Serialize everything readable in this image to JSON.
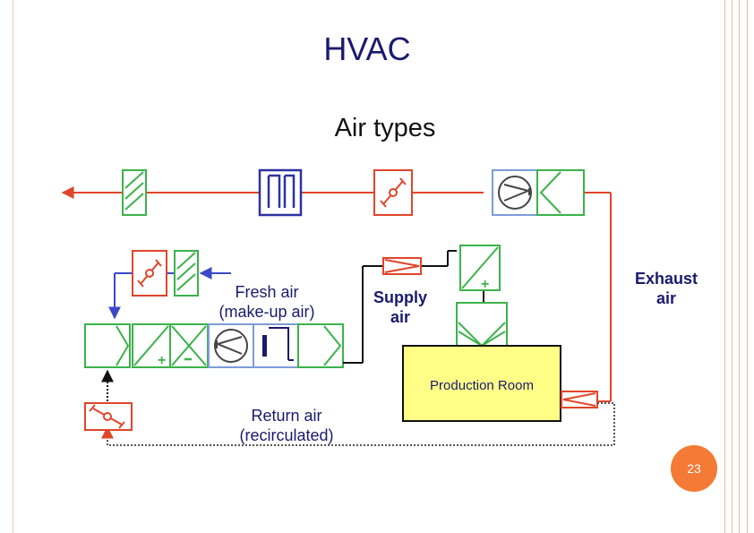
{
  "slide": {
    "title": "HVAC",
    "subtitle": "Air types",
    "page_number": "23"
  },
  "labels": {
    "fresh_air": [
      "Fresh air",
      "(make-up air)"
    ],
    "supply_air": [
      "Supply",
      "air"
    ],
    "exhaust_air": [
      "Exhaust",
      "air"
    ],
    "return_air": [
      "Return air",
      "(recirculated)"
    ],
    "room": "Production Room"
  },
  "colors": {
    "exhaust_duct": "#e0452a",
    "fresh_duct": "#3c48c8",
    "filter_green": "#3bb24a",
    "heat_exchanger": "#2c32a0",
    "fan_blue": "#7d9cd8",
    "room_fill": "#ffff88",
    "badge": "#f47a35"
  }
}
